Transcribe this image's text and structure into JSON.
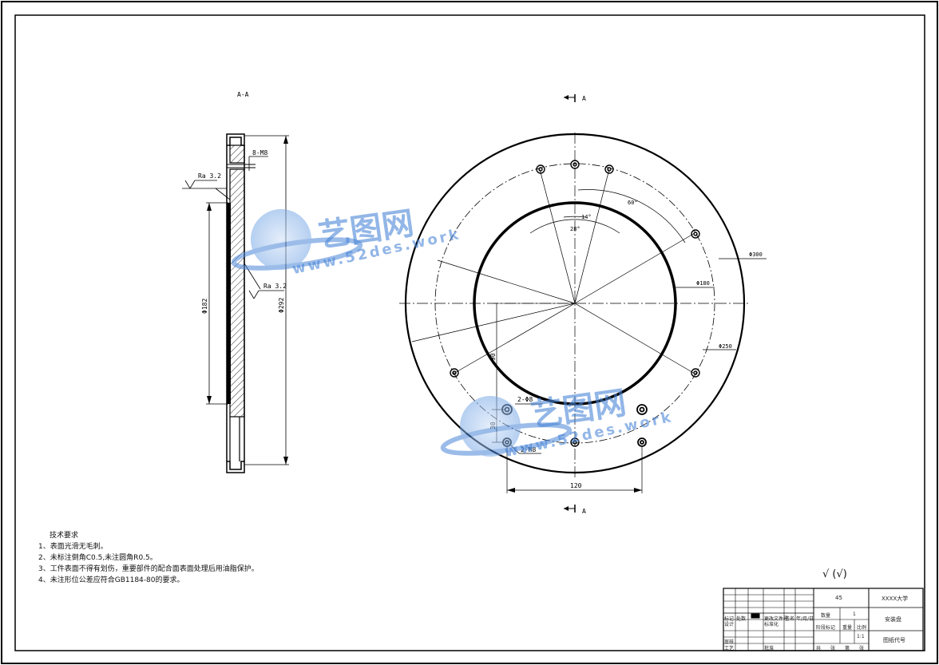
{
  "section_label": "A-A",
  "section_mark_top": "A",
  "section_mark_bottom": "A",
  "dimensions": {
    "thread_top": "8-M8",
    "roughness_1": "Ra 3.2",
    "roughness_2": "Ra 3.2",
    "dia_182": "Φ182",
    "dia_292": "Φ292",
    "angle_60": "60°",
    "angle_14": "14°",
    "angle_28": "28°",
    "dia_300": "Φ300",
    "dia_180": "Φ180",
    "dia_250": "Φ250",
    "holes_2m8_a": "2-Φ8",
    "holes_2m8_b": "2-M8",
    "dim_90": "90",
    "dim_30": "30",
    "dim_120": "120"
  },
  "notes": {
    "title": "技术要求",
    "items": [
      "1、表面光滑无毛刺。",
      "2、未标注倒角C0.5,未注圆角R0.5。",
      "3、工件表面不得有划伤，重要部件的配合面表面处理后用油脂保护。",
      "4、未注形位公差应符合GB1184-80的要求。"
    ]
  },
  "surface_symbol": "√ (√)",
  "watermark": {
    "brand": "艺图网",
    "url": "www.52des.work"
  },
  "title_block": {
    "material": "45",
    "school": "XXXX大学",
    "quantity_label": "数量",
    "quantity": "1",
    "part_name": "安装盘",
    "stage_label": "阶段标记",
    "weight_label": "重量",
    "scale_label": "比例",
    "scale": "1:1",
    "drawing_no_label": "图纸代号",
    "row_labels": [
      "标记",
      "处数",
      "更改文件号",
      "签名",
      "年/月/日"
    ],
    "design": "设计",
    "standard": "标准化",
    "review": "审核",
    "process": "工艺",
    "approve": "批准",
    "sheet_labels": [
      "共",
      "张",
      "第",
      "张"
    ]
  },
  "colors": {
    "ink": "#000000",
    "watermark_blue": "#4a86d8"
  }
}
